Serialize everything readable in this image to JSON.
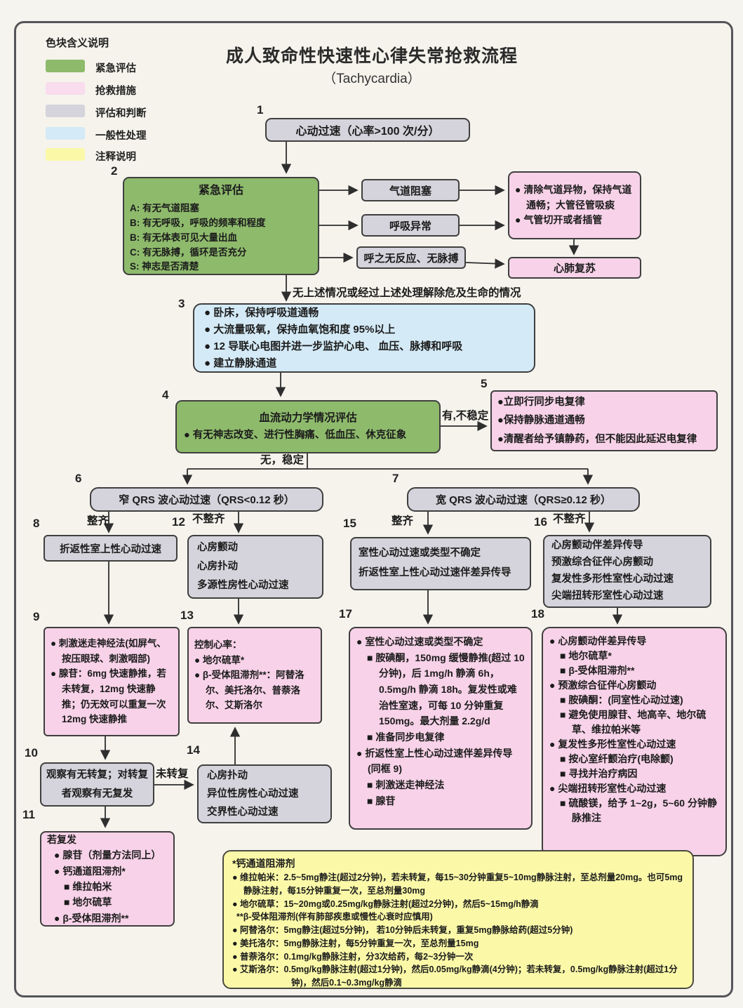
{
  "legend": {
    "title": "色块含义说明",
    "items": [
      {
        "label": "紧急评估",
        "color": "#8eba6c"
      },
      {
        "label": "抢救措施",
        "color": "#f9dcee"
      },
      {
        "label": "评估和判断",
        "color": "#d5d4dc"
      },
      {
        "label": "一般性处理",
        "color": "#d4eaf6"
      },
      {
        "label": "注释说明",
        "color": "#fbf9a8"
      }
    ]
  },
  "header": {
    "title": "成人致命性快速性心律失常抢救流程",
    "subtitle": "（Tachycardia）"
  },
  "edge_labels": {
    "no_danger": "无上述情况或经过上述处理解除危及生命的情况",
    "unstable": "有,不稳定",
    "stable": "无，稳定",
    "regular_narrow": "整齐",
    "irregular_narrow": "不整齐",
    "regular_wide": "整齐",
    "irregular_wide": "不整齐",
    "not_reverted": "未转复"
  },
  "nodes": {
    "n1": {
      "num": "1",
      "text": "心动过速（心率>100 次/分）"
    },
    "n2": {
      "num": "2",
      "title": "紧急评估",
      "lines": [
        "A: 有无气道阻塞",
        "B: 有无呼吸，呼吸的频率和程度",
        "B: 有无体表可见大量出血",
        "C: 有无脉搏，循环是否充分",
        "S: 神志是否清楚"
      ]
    },
    "airway": {
      "text": "气道阻塞"
    },
    "breath": {
      "text": "呼吸异常"
    },
    "no_response": {
      "text": "呼之无反应、无脉搏"
    },
    "airway_mgmt": {
      "lines": [
        "● 清除气道异物，保持气道通畅；大管径管吸痰",
        "● 气管切开或者插管"
      ]
    },
    "cpr": {
      "text": "心肺复苏"
    },
    "n3": {
      "num": "3",
      "lines": [
        "● 卧床，保持呼吸道通畅",
        "● 大流量吸氧，保持血氧饱和度 95%以上",
        "● 12 导联心电图并进一步监护心电、 血压、脉搏和呼吸",
        "● 建立静脉通道"
      ]
    },
    "n4": {
      "num": "4",
      "title": "血流动力学情况评估",
      "lines": [
        "● 有无神志改变、进行性胸痛、低血压、休克征象"
      ]
    },
    "n5": {
      "num": "5",
      "lines": [
        "●立即行同步电复律",
        "●保持静脉通道通畅",
        "●清醒者给予镇静药，但不能因此延迟电复律"
      ]
    },
    "n6": {
      "num": "6",
      "text": "窄 QRS 波心动过速（QRS<0.12 秒）"
    },
    "n7": {
      "num": "7",
      "text": "宽 QRS 波心动过速（QRS≥0.12 秒）"
    },
    "n8": {
      "num": "8",
      "text": "折返性室上性心动过速"
    },
    "n12": {
      "num": "12",
      "lines": [
        "心房颤动",
        "心房扑动",
        "多源性房性心动过速"
      ]
    },
    "n15": {
      "num": "15",
      "lines": [
        "室性心动过速或类型不确定",
        "折返性室上性心动过速伴差异传导"
      ]
    },
    "n16": {
      "num": "16",
      "lines": [
        "心房颤动伴差异传导",
        "预激综合征伴心房颤动",
        "复发性多形性室性心动过速",
        "尖端扭转形室性心动过速"
      ]
    },
    "n9": {
      "num": "9",
      "lines": [
        "● 刺激迷走神经法(如屏气、按压眼球、刺激咽部)",
        "● 腺苷：6mg 快速静推，若未转复，12mg 快速静推；仍无效可以重复一次 12mg 快速静推"
      ]
    },
    "n13": {
      "num": "13",
      "lines": [
        "控制心率：",
        "● 地尔硫草*",
        "● β-受体阻滞剂**：阿替洛尔、美托洛尔、普萘洛尔、艾斯洛尔"
      ]
    },
    "n17": {
      "num": "17",
      "lines": [
        "● 室性心动过速或类型不确定",
        "■ 胺碘酮，150mg 缓慢静推(超过 10 分钟)，后 1mg/h 静滴 6h，0.5mg/h 静滴 18h。复发性或难治性室速，可每 10 分钟重复 150mg。最大剂量 2.2g/d",
        "■ 准备同步电复律",
        "● 折返性室上性心动过速伴差异传导(同框 9)",
        "■ 刺激迷走神经法",
        "■ 腺苷"
      ]
    },
    "n18": {
      "num": "18",
      "lines": [
        "● 心房颤动伴差异传导",
        "■ 地尔硫草*",
        "■ β-受体阻滞剂**",
        "● 预激综合征伴心房颤动",
        "■ 胺碘酮：(同室性心动过速)",
        "■ 避免使用腺苷、地高辛、地尔硫草、维拉帕米等",
        "● 复发性多形性室性心动过速",
        "■ 按心室纤颤治疗(电除颤)",
        "■ 寻找并治疗病因",
        "● 尖端扭转形室性心动过速",
        "■ 硫酸镁，给予 1~2g，5~60 分钟静脉推注"
      ]
    },
    "n10": {
      "num": "10",
      "text": "观察有无转复；对转复者观察有无复发"
    },
    "n14": {
      "num": "14",
      "lines": [
        "心房扑动",
        "异位性房性心动过速",
        "交界性心动过速"
      ]
    },
    "n11": {
      "num": "11",
      "lines": [
        "若复发",
        "● 腺苷（剂量方法同上）",
        "● 钙通道阻滞剂*",
        "■ 维拉帕米",
        "■ 地尔硫草",
        "● β-受体阻滞剂**"
      ]
    },
    "note": {
      "lines": [
        "*钙通道阻滞剂",
        "● 维拉帕米：2.5~5mg静注(超过2分钟)，若未转复，每15~30分钟重复5~10mg静脉注射，至总剂量20mg。也可5mg静脉注射，每15分钟重复一次，至总剂量30mg",
        "● 地尔硫草：15~20mg或0.25mg/kg静脉注射(超过2分钟)，然后5~15mg/h静滴",
        "**β-受体阻滞剂(伴有肺部疾患或慢性心衰时应慎用)",
        "● 阿替洛尔：5mg静注(超过5分钟)， 若10分钟后未转复，重复5mg静脉给药(超过5分钟)",
        "● 美托洛尔：5mg静脉注射，每5分钟重复一次，至总剂量15mg",
        "● 普萘洛尔：0.1mg/kg静脉注射，分3次给药，每2~3分钟一次",
        "● 艾斯洛尔：0.5mg/kg静脉注射(超过1分钟)，然后0.05mg/kg静滴(4分钟)；若未转复，0.5mg/kg静脉注射(超过1分钟)，然后0.1~0.3mg/kg静滴"
      ]
    }
  }
}
